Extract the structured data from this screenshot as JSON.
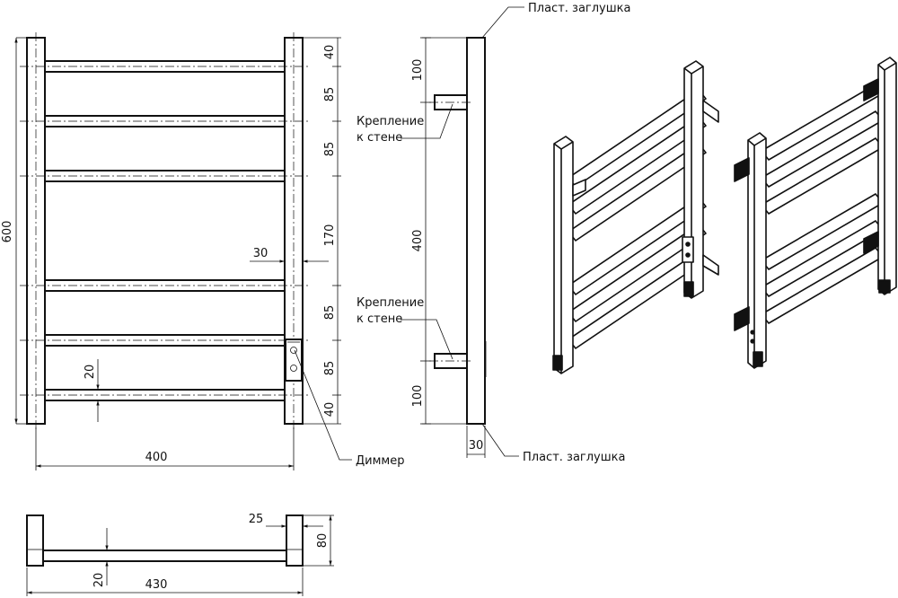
{
  "front_view": {
    "height_label": "600",
    "width_label": "400",
    "spacing_labels": [
      "40",
      "85",
      "85",
      "170",
      "85",
      "85",
      "40"
    ],
    "depth_offset_label": "30",
    "rail_size_label": "20",
    "dimmer_label": "Диммер"
  },
  "side_view": {
    "top_cap_label": "Пласт. заглушка",
    "bottom_cap_label": "Пласт. заглушка",
    "top_offset_label": "100",
    "mount_spacing_label": "400",
    "bottom_offset_label": "100",
    "mount_top_label_line1": "Крепление",
    "mount_top_label_line2": "к стене",
    "mount_bottom_label_line1": "Крепление",
    "mount_bottom_label_line2": "к стене",
    "depth_label": "30"
  },
  "top_view": {
    "post_label": "25",
    "depth_label": "80",
    "rail_label": "20",
    "overall_label": "430"
  },
  "iso_views": {
    "left_icon": "towel-rail-iso-front-icon",
    "right_icon": "towel-rail-iso-back-icon"
  }
}
